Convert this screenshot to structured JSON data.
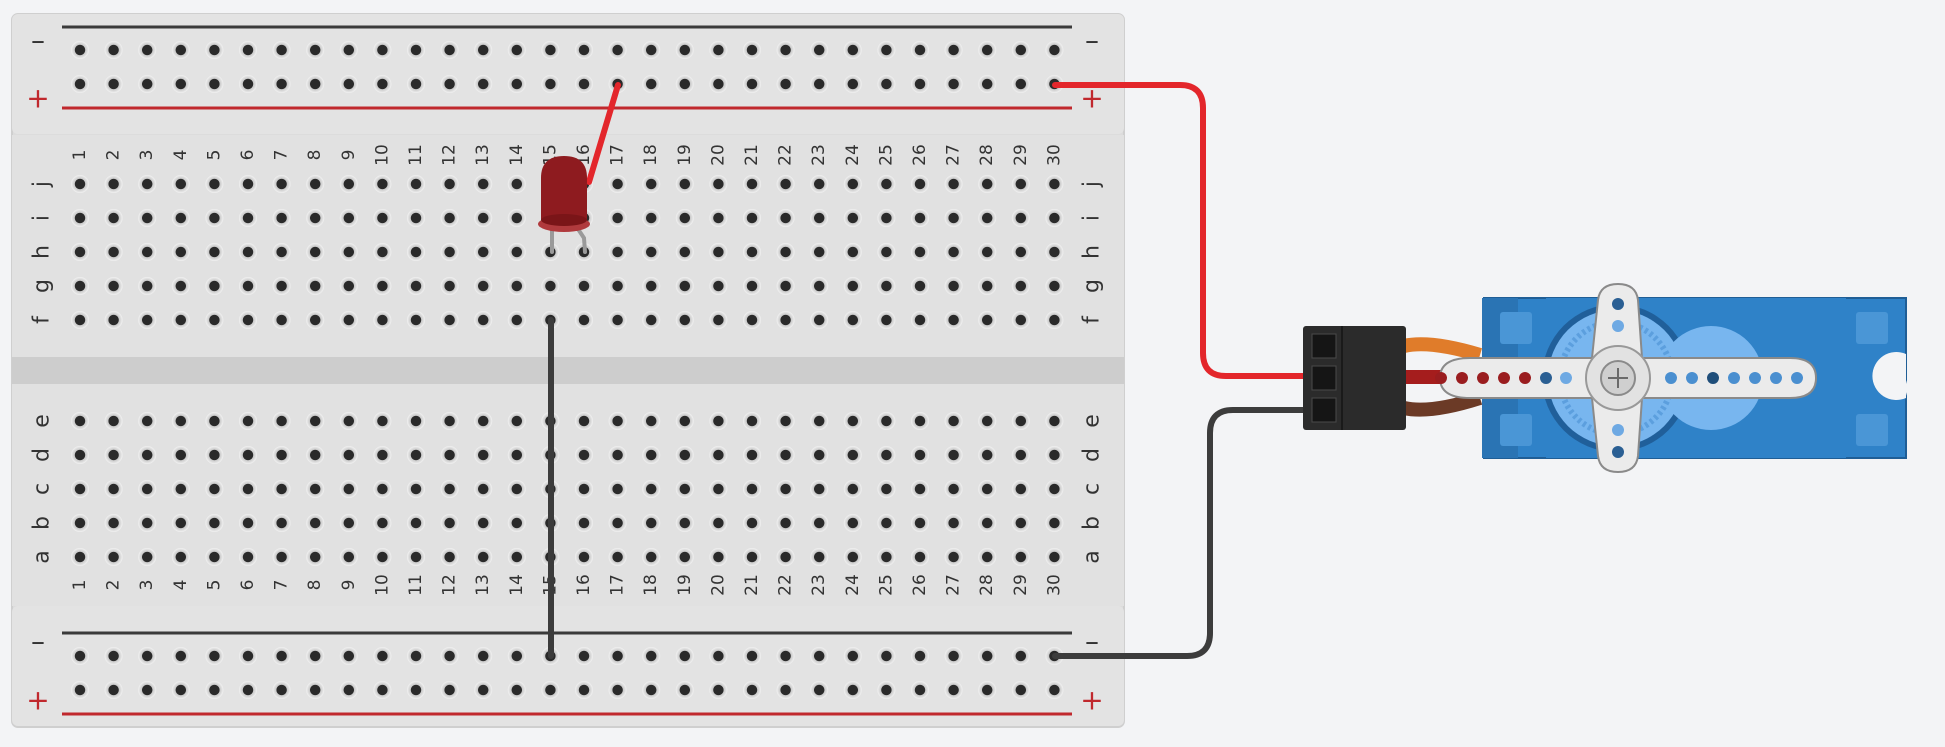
{
  "breadboard": {
    "columns": [
      "1",
      "2",
      "3",
      "4",
      "5",
      "6",
      "7",
      "8",
      "9",
      "10",
      "11",
      "12",
      "13",
      "14",
      "15",
      "16",
      "17",
      "18",
      "19",
      "20",
      "21",
      "22",
      "23",
      "24",
      "25",
      "26",
      "27",
      "28",
      "29",
      "30"
    ],
    "top_rows": [
      "j",
      "i",
      "h",
      "g",
      "f"
    ],
    "bottom_rows": [
      "e",
      "d",
      "c",
      "b",
      "a"
    ],
    "rail_minus": "–",
    "rail_plus": "+"
  },
  "colors": {
    "board": "#e2e2e2",
    "rail_minus_line": "#3a3a3a",
    "rail_plus_line": "#c0282d",
    "wire_red": "#e3262b",
    "wire_black": "#3c3c3c",
    "led_body": "#8e1b1f",
    "servo_body": "#2f82c8",
    "servo_gear": "#78b6ef",
    "connector": "#2b2b2b",
    "servo_wire_orange": "#e07c2a",
    "servo_wire_red": "#a51d1d",
    "servo_wire_brown": "#6b3a26"
  },
  "components": {
    "led": {
      "name": "red-led",
      "anode_column": "16",
      "cathode_column": "15",
      "row": "h"
    },
    "servo": {
      "name": "micro-servo",
      "pins": [
        "signal",
        "power",
        "ground"
      ]
    }
  },
  "wires": [
    {
      "name": "wire-led-to-plus-rail",
      "color": "red",
      "from": "plus rail col 17",
      "to": "led anode"
    },
    {
      "name": "wire-plus-rail-to-servo",
      "color": "red",
      "from": "plus rail col 30",
      "to": "servo connector middle pin"
    },
    {
      "name": "wire-led-cathode-to-minus-rail",
      "color": "black",
      "from": "f15",
      "to": "minus rail col 15"
    },
    {
      "name": "wire-minus-rail-to-servo",
      "color": "black",
      "from": "minus rail col 30",
      "to": "servo connector bottom pin"
    }
  ]
}
